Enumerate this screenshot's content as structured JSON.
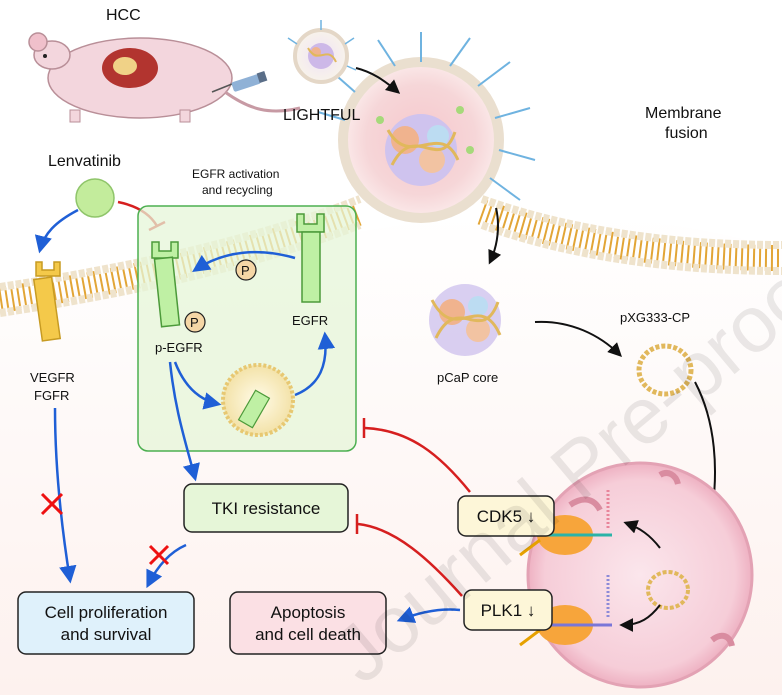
{
  "labels": {
    "hcc": "HCC",
    "lightful": "LIGHTFUL",
    "membrane_fusion_line1": "Membrane",
    "membrane_fusion_line2": "fusion",
    "lenvatinib": "Lenvatinib",
    "egfr_activation_line1": "EGFR activation",
    "egfr_activation_line2": "and recycling",
    "egfr": "EGFR",
    "p_egfr": "p-EGFR",
    "phospho": "P",
    "vegfr": "VEGFR",
    "fgfr": "FGFR",
    "pcap_core": "pCaP core",
    "pxg333": "pXG333-CP",
    "watermark": "Journal Pre-proof"
  },
  "boxes": {
    "tki_resistance": "TKI resistance",
    "cell_prolif_line1": "Cell proliferation",
    "cell_prolif_line2": "and survival",
    "apoptosis_line1": "Apoptosis",
    "apoptosis_line2": "and cell death",
    "cdk5": "CDK5 ↓",
    "plk1": "PLK1 ↓"
  },
  "colors": {
    "blue_arrow": "#1f5fd6",
    "red_inhibit": "#d61f1f",
    "black_arrow": "#111111",
    "green_box_fill": "#e6f6d8",
    "green_box_stroke": "#4caf50",
    "blue_box_fill": "#dff1fb",
    "pink_box_fill": "#fbe0e4",
    "yellow_box_fill": "#fdf6d8",
    "membrane_head": "#f6f0e6",
    "membrane_tail": "#e2a536"
  },
  "icons": [
    "mouse-icon",
    "syringe-icon",
    "nanoparticle-icon",
    "receptor-icon",
    "endosome-icon",
    "plasmid-icon",
    "cas9-icon",
    "nucleus-icon"
  ]
}
